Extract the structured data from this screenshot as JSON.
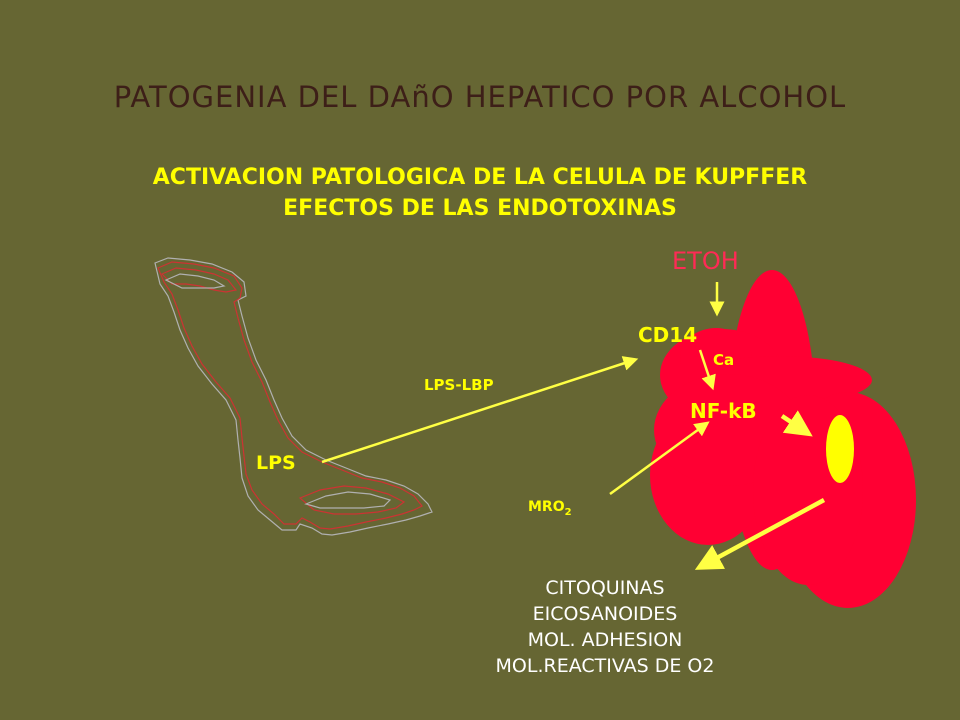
{
  "title": "PATOGENIA DEL DAñO HEPATICO POR ALCOHOL",
  "subtitle": [
    "ACTIVACION PATOLOGICA DE LA CELULA DE KUPFFER",
    "EFECTOS DE LAS ENDOTOXINAS"
  ],
  "labels": {
    "etoh": "ETOH",
    "cd14": "CD14",
    "ca": "Ca",
    "nfkb": "NF-kB",
    "lps": "LPS",
    "lps_lbp": "LPS-LBP",
    "mro2": "MRO",
    "mro2_sub": "2"
  },
  "products": [
    "CITOQUINAS",
    "EICOSANOIDES",
    "MOL. ADHESION",
    "MOL.REACTIVAS DE O2"
  ],
  "colors": {
    "background": "#666633",
    "cell": "#ff0033",
    "nucleus": "#ffff00",
    "arrow": "#ffff44",
    "title": "#3d1f18",
    "etoh": "#ff2a55"
  }
}
